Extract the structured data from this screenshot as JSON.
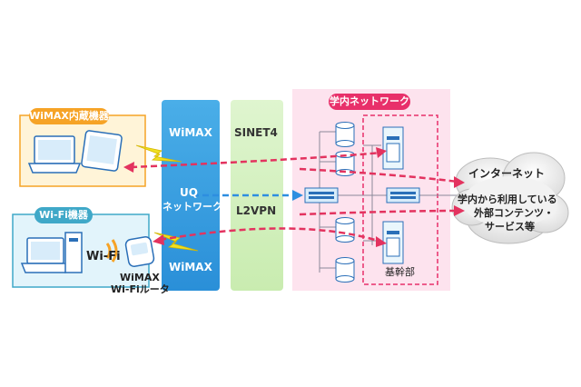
{
  "groups": {
    "wimax_builtin": "WiMAX内蔵機器",
    "wifi_devices": "Wi-Fi機器",
    "campus_network": "学内ネットワーク"
  },
  "columns": {
    "wimax_top": "WiMAX",
    "uq_network_line1": "UQ",
    "uq_network_line2": "ネットワーク",
    "wimax_bottom": "WiMAX",
    "sinet4": "SINET4",
    "l2vpn": "L2VPN"
  },
  "labels": {
    "wifi": "Wi-Fi",
    "router_line1": "WiMAX",
    "router_line2": "Wi-Fiルータ",
    "core": "基幹部",
    "internet": "インターネット",
    "services_line1": "学内から利用している",
    "services_line2": "外部コンテンツ・",
    "services_line3": "サービス等"
  },
  "colors": {
    "blue": "#3a9be0",
    "green_col": "#d9f2c8",
    "pink_panel": "#fde3ee",
    "pink_border": "#e8306a",
    "orange": "#f6a326",
    "teal": "#3fa8c8",
    "arrow_red": "#e3335f",
    "arrow_blue": "#2d8ee0",
    "lightning": "#f0e020"
  }
}
